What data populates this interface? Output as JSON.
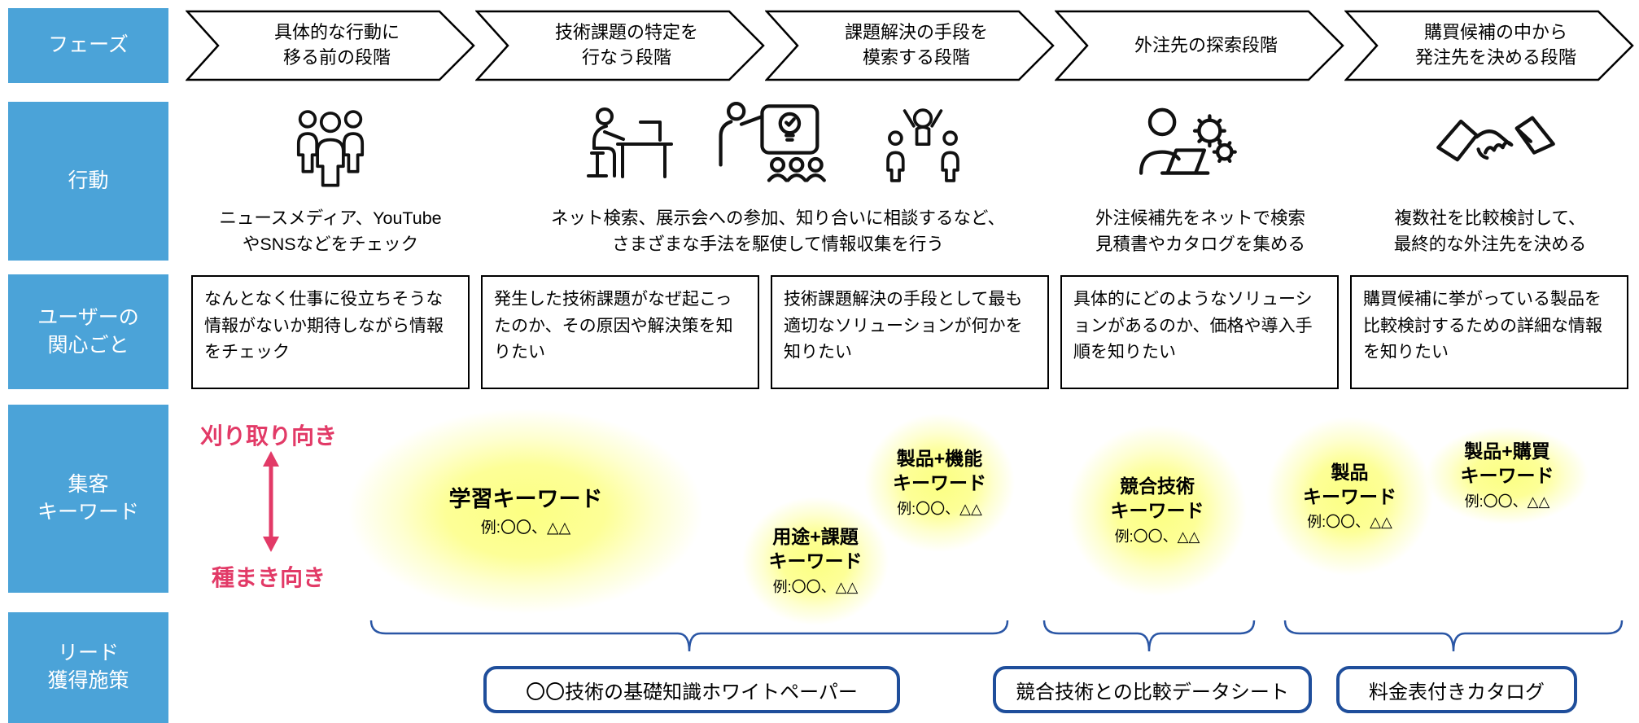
{
  "colors": {
    "blue": "#4BA3D8",
    "navy": "#1F4E9B",
    "pink": "#E23A67",
    "yellow": "#FDFF8F",
    "line": "#000000"
  },
  "sidebar": {
    "rows": [
      "フェーズ",
      "行動",
      "ユーザーの\n関心ごと",
      "集客\nキーワード",
      "リード\n獲得施策"
    ]
  },
  "phases": [
    "具体的な行動に\n移る前の段階",
    "技術課題の特定を\n行なう段階",
    "課題解決の手段を\n模索する段階",
    "外注先の探索段階",
    "購買候補の中から\n発注先を決める段階"
  ],
  "actions": [
    {
      "icons": [
        "people-group-icon"
      ],
      "text": "ニュースメディア、YouTube\nやSNSなどをチェック"
    },
    {
      "icons": [
        "desk-research-icon",
        "presentation-icon",
        "cheering-people-icon"
      ],
      "text": "ネット検索、展示会への参加、知り合いに相談するなど、\nさまざまな手法を駆使して情報収集を行う"
    },
    {
      "icons": [
        "laptop-search-gear-icon"
      ],
      "text": "外注候補先をネットで検索\n見積書やカタログを集める"
    },
    {
      "icons": [
        "handshake-icon"
      ],
      "text": "複数社を比較検討して、\n最終的な外注先を決める"
    }
  ],
  "interests": [
    "なんとなく仕事に役立ちそうな情報がないか期待しながら情報をチェック",
    "発生した技術課題がなぜ起こったのか、その原因や解決策を知りたい",
    "技術課題解決の手段として最も適切なソリューションが何かを知りたい",
    "具体的にどのようなソリューションがあるのか、価格や導入手順を知りたい",
    "購買候補に挙がっている製品を比較検討するための詳細な情報を知りたい"
  ],
  "keywords": {
    "axis_top": "刈り取り向き",
    "axis_bottom": "種まき向き",
    "bubbles": [
      {
        "title": "学習キーワード",
        "example": "例:〇〇、△△"
      },
      {
        "title": "用途+課題\nキーワード",
        "example": "例:〇〇、△△"
      },
      {
        "title": "製品+機能\nキーワード",
        "example": "例:〇〇、△△"
      },
      {
        "title": "競合技術\nキーワード",
        "example": "例:〇〇、△△"
      },
      {
        "title": "製品\nキーワード",
        "example": "例:〇〇、△△"
      },
      {
        "title": "製品+購買\nキーワード",
        "example": "例:〇〇、△△"
      }
    ]
  },
  "leads": {
    "boxes": [
      "〇〇技術の基礎知識ホワイトペーパー",
      "競合技術との比較データシート",
      "料金表付きカタログ"
    ]
  }
}
